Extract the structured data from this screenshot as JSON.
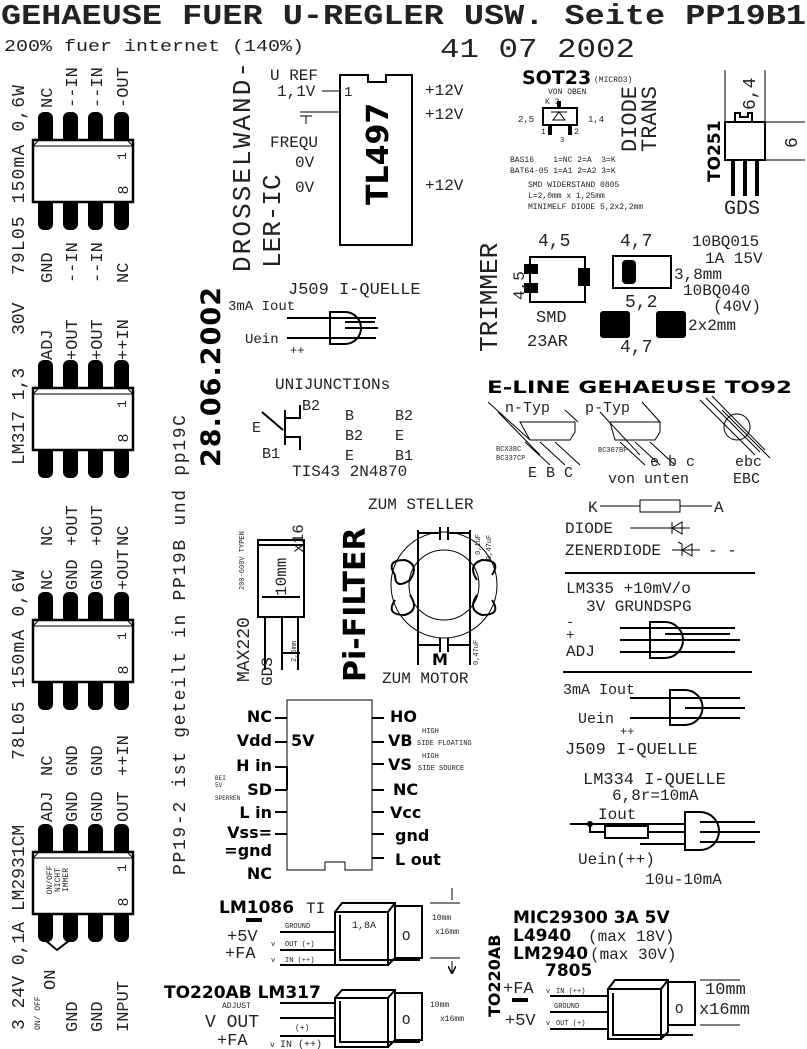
{
  "title": "GEHAEUSE FUER U-REGLER USW.  Seite PP19B1",
  "subtitle": "200% fuer internet (140%)",
  "date_top": "41 07 2002",
  "date_side": "28.06.2002",
  "side_note": "PP19-2  ist geteilt in PP19B und pp19C",
  "so8": {
    "pin1_mark": "1",
    "pin8_mark": "8",
    "p1": {
      "side": "79L05 150mA 0,6W",
      "top": [
        "NC",
        "--IN",
        "--IN",
        "-OUT"
      ],
      "bottom": [
        "GND",
        "--IN",
        "--IN",
        "NC"
      ]
    },
    "p2": {
      "side": "LM317  1,3",
      "side2": "30V",
      "top": [
        "ADJ",
        "+OUT",
        "+OUT",
        "++IN"
      ],
      "bottom": [
        "NC",
        "+OUT",
        "+OUT",
        "NC"
      ]
    },
    "p3": {
      "side": "78L05 150mA 0,6W",
      "top": [
        "NC",
        "GND",
        "GND",
        "+OUT"
      ],
      "bottom": [
        "NC",
        "GND",
        "GND",
        "++IN"
      ]
    },
    "p4": {
      "side": "3 24V 0,1A LM2931CM",
      "top": [
        "ADJ",
        "GND",
        "GND",
        "OUT"
      ],
      "bottom": [
        "ON",
        "GND",
        "GND",
        "INPUT"
      ],
      "onoff": "ON/ OFF",
      "body_note": [
        "ON/OFF",
        "NICHT",
        "IMMER"
      ]
    }
  },
  "drossel": {
    "line1": "DROSSELWAND-",
    "line2": "LER-IC"
  },
  "tl497": {
    "name": "TL497",
    "uref": "U REF",
    "v11": "1,1V",
    "pin1": "1",
    "frequ": "FREQU",
    "ov1": "0V",
    "ov2": "0V",
    "p12a": "+12V",
    "p12b": "+12V",
    "p12c": "+12V"
  },
  "sot23": {
    "title": "SOT23",
    "micro": "(MICRO3)",
    "von_oben": "VON OBEN",
    "k3": "K 3",
    "d25": "2,5",
    "d14": "1,4",
    "p1": "1",
    "p2": "2",
    "p3": "3",
    "diode": "DIODE",
    "trans": "TRANS",
    "bas16": "BAS16    1=NC 2=A  3=K",
    "bat64": "BAT64-05 1=A1 2=A2 3=K",
    "smd1": "SMD WIDERSTAND 0805",
    "smd2": "L=2,0mm x 1,25mm",
    "smd3": "MINIMELF DIODE 5,2x2,2mm"
  },
  "to251": {
    "title": "TO251",
    "w": "6,4",
    "h": "6",
    "pins": "GDS"
  },
  "trimmer": {
    "title": "TRIMMER",
    "w": "4,5",
    "h": "4,5",
    "smd": "SMD",
    "type": "23AR"
  },
  "smd_diode": {
    "w": "4,7",
    "part1": "10BQ015",
    "rating1": "1A 15V",
    "h": "3,8mm",
    "part2": "10BQ040",
    "rating2": "(40V)",
    "pad_gap": "5,2",
    "pad_size": "2x2mm",
    "pad_w": "4,7"
  },
  "j509a": {
    "title": "J509 I-QUELLE",
    "iout": "3mA Iout",
    "uein": "Uein",
    "pp": "++"
  },
  "uni": {
    "title": "UNIJUNCTIONs",
    "b2": "B2",
    "e": "E",
    "b1": "B1",
    "col1": [
      "B",
      "B2",
      "E"
    ],
    "col2": [
      "B2",
      "E",
      "B1"
    ],
    "parts": "TIS43 2N4870"
  },
  "eline": {
    "title": "E-LINE GEHAEUSE  TO92",
    "ntyp": "n-Typ",
    "ptyp": "p-Typ",
    "bcx": "BCX38C",
    "bc337": "BC337CP",
    "ebc1": "E B C",
    "bc307": "BC307BP",
    "ebc2": "e b c",
    "von_unten": "von unten",
    "ebc3": "ebc",
    "ebc4": "EBC"
  },
  "max220": {
    "name": "MAX220",
    "typen": "200-600V TYPEN",
    "w": "10mm",
    "h": "x16",
    "pitch": "2,5mm",
    "pins": "GDS"
  },
  "pifilter": {
    "title": "Pi-FILTER",
    "top": "ZUM STELLER",
    "bottom": "ZUM MOTOR",
    "c1": "0,1uF",
    "c2": "0,47uF",
    "c3": "0,47uF",
    "m": "M"
  },
  "symbols": {
    "k": "K",
    "a": "A",
    "diode": "DIODE",
    "zener": "ZENERDIODE",
    "dash": "- -"
  },
  "lm335": {
    "title": "LM335 +10mV/o",
    "sub": "3V GRUNDSPG",
    "minus": "-",
    "plus": "+",
    "adj": "ADJ"
  },
  "j509b": {
    "iout": "3mA Iout",
    "uein": "Uein",
    "pp": "++",
    "title": "J509 I-QUELLE"
  },
  "lm334": {
    "title": "LM334 I-QUELLE",
    "sub": "6,8r=10mA",
    "iout": "Iout",
    "uein": "Uein(++)",
    "range": "10u-10mA"
  },
  "ir": {
    "left": [
      "NC",
      "Vdd",
      "H in",
      "SD",
      "L in",
      "Vss=",
      "=gnd",
      "NC"
    ],
    "right": [
      "HO",
      "VB",
      "VS",
      "NC",
      "Vcc",
      "gnd",
      "L out"
    ],
    "v5": "5V",
    "sd_note": [
      "BEI",
      "5V",
      "SPERREN"
    ],
    "vb_note": [
      "HIGH",
      "SIDE FLOATING"
    ],
    "vs_note": [
      "HIGH",
      "SIDE SOURCE"
    ]
  },
  "lm1086": {
    "title": "LM1086",
    "ti": "TI",
    "p5v": "+5V",
    "pfa": "+FA",
    "ground": "GROUND",
    "out": "OUT (+)",
    "in": "IN (++)",
    "v": "v",
    "amp": "1,8A",
    "hole": "O",
    "w": "10mm",
    "h": "x16mm"
  },
  "lm317": {
    "title": "TO220AB LM317",
    "adjust": "ADJUST",
    "vout": "V OUT",
    "pfa": "+FA",
    "plus": "(+)",
    "in": "IN (++)",
    "v": "v",
    "hole": "O",
    "w": "10mm",
    "h": "x16mm"
  },
  "to220": {
    "rot": "TO220AB",
    "l1": "MIC29300 3A 5V",
    "l2": "L4940",
    "l2b": "(max 18V)",
    "l3": "LM2940",
    "l3b": "(max 30V)",
    "l4": "7805",
    "pfa": "+FA",
    "in": "IN (++)",
    "ground": "GROUND",
    "p5v": "+5V",
    "out": "OUT (+)",
    "v": "v",
    "hole": "O",
    "w": "10mm",
    "h": "x16mm"
  }
}
